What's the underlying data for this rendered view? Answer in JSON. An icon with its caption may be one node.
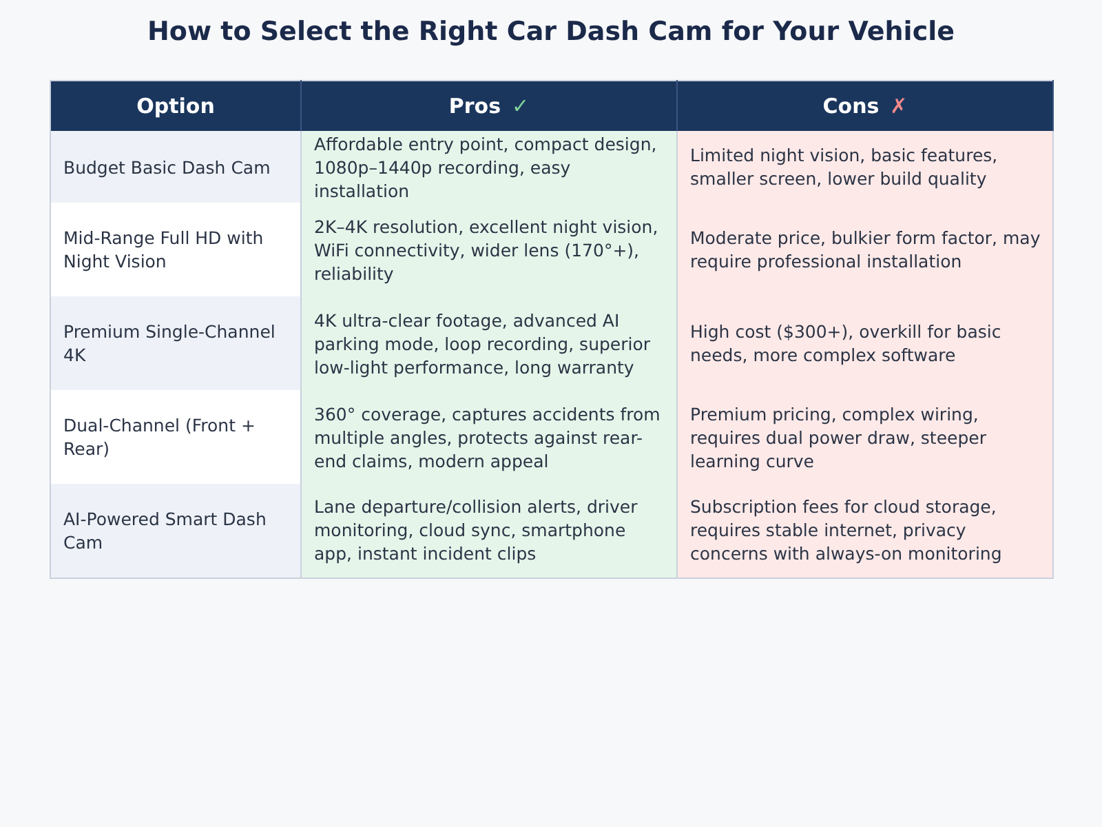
{
  "diagram": {
    "title": "How to Select the Right Car Dash Cam for Your Vehicle",
    "labels": [
      "Option",
      "Pros ✓",
      "Cons ✗",
      "Budget Basic Dash Cam",
      "Affordable entry point, compact design, 1080p–1440p recording, easy installation",
      "Limited night vision, basic features, smaller screen, lower build quality",
      "Mid-Range Full HD with Night Vision",
      "2K–4K resolution, excellent night vision, WiFi connectivity, wider lens (170°+), reliability",
      "Moderate price, bulkier form factor, may require professional installation",
      "Premium Single-Channel 4K",
      "4K ultra-clear footage, advanced AI parking mode, loop recording, superior low-light performance, long warranty",
      "High cost ($300+), overkill for basic needs, more complex software",
      "Dual-Channel (Front + Rear)",
      "360° coverage, captures accidents from multiple angles, protects against rear-end claims, modern appeal",
      "Premium pricing, complex wiring, requires dual power draw, steeper learning curve",
      "AI-Powered Smart Dash Cam",
      "Lane departure/collision alerts, driver monitoring, cloud sync, smartphone app, instant incident clips",
      "Subscription fees for cloud storage, requires stable internet, privacy concerns with always-on monitoring"
    ]
  }
}
